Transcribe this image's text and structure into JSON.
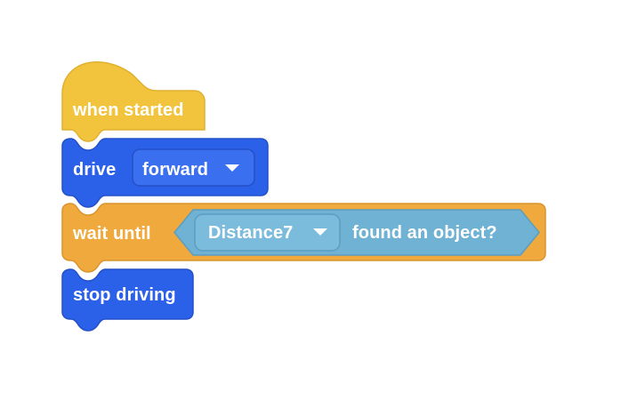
{
  "app": {
    "name": "block-based-coding-canvas",
    "background_color": "#ffffff"
  },
  "palette": {
    "event_block_fill": "#F2C43D",
    "event_block_stroke": "#E0B02F",
    "motion_block_fill": "#2B61E8",
    "motion_block_stroke": "#2450C8",
    "motion_field_fill": "#3A70F0",
    "motion_field_stroke": "#2450C8",
    "control_block_fill": "#EFA93C",
    "control_block_stroke": "#D9942C",
    "sensing_block_fill": "#6FB2D4",
    "sensing_block_stroke": "#5C9DC0",
    "sensing_field_fill": "#7BBBDC",
    "sensing_field_stroke": "#5C9DC0",
    "label_text_color": "#FFFFFF"
  },
  "script": {
    "name": "when-started-script",
    "blocks": [
      {
        "id": "when-started",
        "type": "hat",
        "category": "events",
        "label": "when started"
      },
      {
        "id": "drive-forward",
        "type": "stack",
        "category": "motion",
        "label": "drive",
        "field": {
          "name": "direction-dropdown",
          "value": "forward",
          "icon": "chevron-down-icon"
        }
      },
      {
        "id": "wait-until",
        "type": "stack",
        "category": "control",
        "label": "wait until",
        "condition": {
          "id": "distance-found-object",
          "type": "boolean",
          "category": "sensing",
          "field": {
            "name": "sensor-dropdown",
            "value": "Distance7",
            "icon": "chevron-down-icon"
          },
          "label": "found an object?"
        }
      },
      {
        "id": "stop-driving",
        "type": "stack",
        "category": "motion",
        "label": "stop driving"
      }
    ]
  }
}
